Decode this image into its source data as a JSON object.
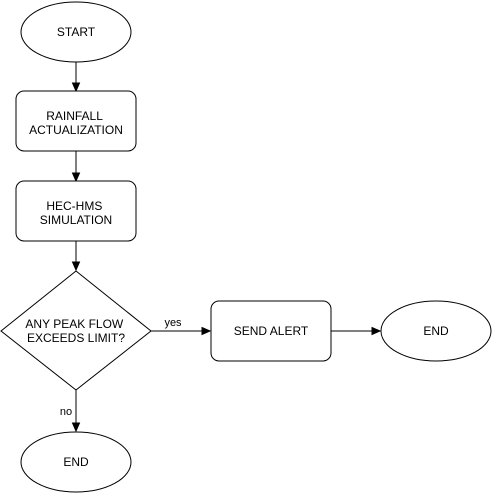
{
  "nodes": {
    "start": {
      "shape": "ellipse",
      "label": "START"
    },
    "rainfall": {
      "shape": "rounded-rectangle",
      "lines": [
        "RAINFALL",
        "ACTUALIZATION"
      ]
    },
    "hechms": {
      "shape": "rounded-rectangle",
      "lines": [
        "HEC-HMS",
        "SIMULATION"
      ]
    },
    "decision": {
      "shape": "diamond",
      "lines": [
        "ANY PEAK FLOW",
        "EXCEEDS LIMIT?"
      ]
    },
    "send_alert": {
      "shape": "rounded-rectangle",
      "label": "SEND ALERT"
    },
    "end_right": {
      "shape": "ellipse",
      "label": "END"
    },
    "end_bottom": {
      "shape": "ellipse",
      "label": "END"
    }
  },
  "edges": [
    {
      "from": "start",
      "to": "rainfall",
      "label": ""
    },
    {
      "from": "rainfall",
      "to": "hechms",
      "label": ""
    },
    {
      "from": "hechms",
      "to": "decision",
      "label": ""
    },
    {
      "from": "decision",
      "to": "send_alert",
      "label": "yes"
    },
    {
      "from": "send_alert",
      "to": "end_right",
      "label": ""
    },
    {
      "from": "decision",
      "to": "end_bottom",
      "label": "no"
    }
  ],
  "colors": {
    "stroke": "#000000",
    "fill": "#ffffff",
    "text": "#000000"
  }
}
